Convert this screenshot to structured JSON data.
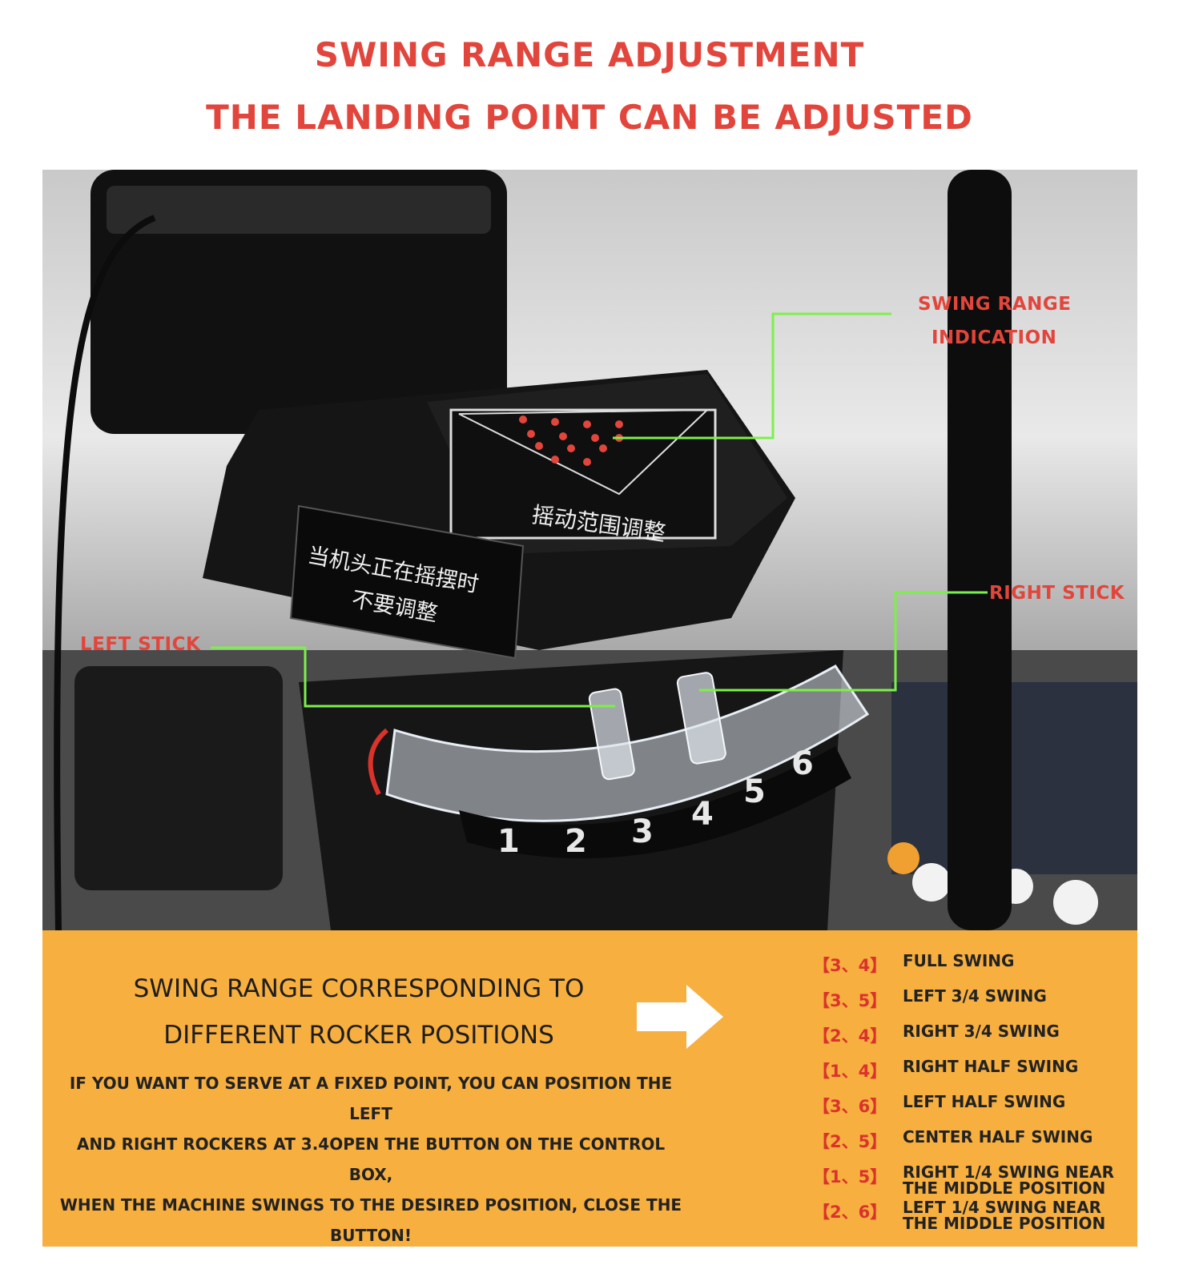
{
  "header": {
    "title_line1": "SWING RANGE ADJUSTMENT",
    "title_line2": "THE LANDING POINT CAN BE ADJUSTED"
  },
  "photo": {
    "callouts": {
      "swing_range_indication_line1": "SWING RANGE",
      "swing_range_indication_line2": "INDICATION",
      "right_stick": "RIGHT STICK",
      "left_stick": "LEFT STICK"
    },
    "device_label_top": "摇动范围调整",
    "device_label_front_line1": "当机头正在摇摆时",
    "device_label_front_line2": "不要调整",
    "scale_numbers": [
      "1",
      "2",
      "3",
      "4",
      "5",
      "6"
    ]
  },
  "panel": {
    "title_line1": "SWING RANGE CORRESPONDING TO",
    "title_line2": "DIFFERENT ROCKER POSITIONS",
    "body_line1": "IF YOU WANT TO SERVE AT A FIXED POINT, YOU CAN POSITION THE LEFT",
    "body_line2": "AND RIGHT ROCKERS AT 3.4OPEN THE BUTTON ON THE CONTROL BOX,",
    "body_line3": "WHEN THE MACHINE SWINGS TO THE DESIRED POSITION, CLOSE THE",
    "body_line4": "BUTTON!",
    "positions": [
      {
        "key": "【3、4】",
        "value": "FULL SWING"
      },
      {
        "key": "【3、5】",
        "value": "LEFT 3/4 SWING"
      },
      {
        "key": "【2、4】",
        "value": "RIGHT 3/4 SWING"
      },
      {
        "key": "【1、4】",
        "value": "RIGHT HALF SWING"
      },
      {
        "key": "【3、6】",
        "value": "LEFT HALF SWING"
      },
      {
        "key": "【2、5】",
        "value": "CENTER HALF SWING"
      },
      {
        "key": "【1、5】",
        "value": "RIGHT 1/4 SWING NEAR THE MIDDLE POSITION"
      },
      {
        "key": "【2、6】",
        "value": "LEFT 1/4 SWING NEAR THE MIDDLE POSITION"
      }
    ]
  },
  "colors": {
    "accent_red": "#e2453b",
    "panel_orange": "#f7af3f",
    "callout_green": "#7cf04a"
  }
}
